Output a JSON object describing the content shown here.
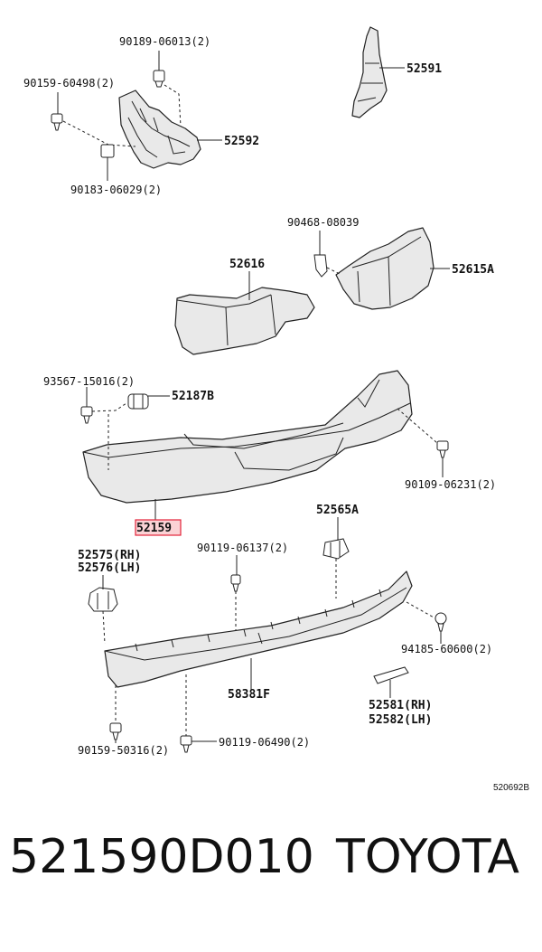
{
  "diagram": {
    "labels": {
      "l_90189": "90189-06013(2)",
      "l_90159a": "90159-60498(2)",
      "l_52592": "52592",
      "l_90183": "90183-06029(2)",
      "l_52591": "52591",
      "l_90468": "90468-08039",
      "l_52616": "52616",
      "l_52615a": "52615A",
      "l_93567": "93567-15016(2)",
      "l_52187b": "52187B",
      "l_90109": "90109-06231(2)",
      "l_52159": "52159",
      "l_52565a": "52565A",
      "l_52575": "52575(RH)",
      "l_52576": "52576(LH)",
      "l_90119a": "90119-06137(2)",
      "l_94185": "94185-60600(2)",
      "l_58381f": "58381F",
      "l_52581": "52581(RH)",
      "l_52582": "52582(LH)",
      "l_90159b": "90159-50316(2)",
      "l_90119b": "90119-06490(2)",
      "code": "520692B"
    },
    "highlight_color": "#e2233a"
  },
  "footer": {
    "part_number": "521590D010",
    "brand": "TOYOTA"
  }
}
